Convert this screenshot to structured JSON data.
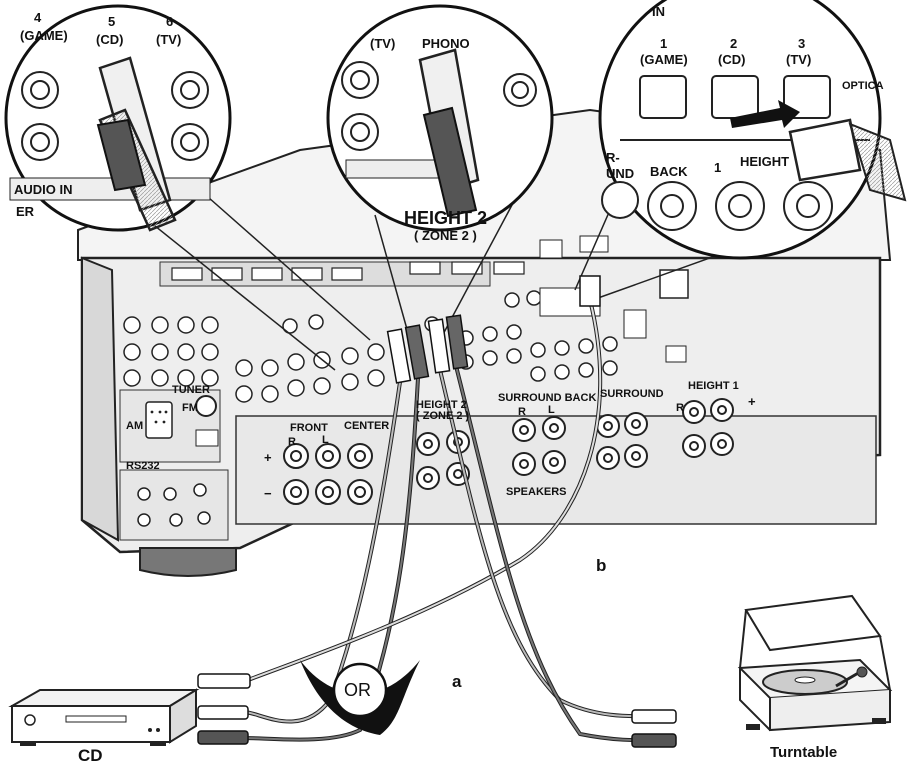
{
  "devices": {
    "cd_caption": "CD",
    "turntable_caption": "Turntable"
  },
  "connections": {
    "a": "a",
    "b": "b",
    "or": "OR"
  },
  "zoom_left": {
    "input_4_label": "4",
    "input_4_sub": "(GAME)",
    "input_5_label": "5",
    "input_5_sub": "(CD)",
    "input_6_label": "6",
    "input_6_sub": "(TV)",
    "audio_in": "AUDIO IN",
    "er_fragment": "ER"
  },
  "zoom_middle": {
    "tv": "(TV)",
    "phono": "PHONO",
    "height2": "HEIGHT 2",
    "zone2": "( ZONE 2 )"
  },
  "zoom_right": {
    "in_fragment": "IN",
    "optical_1": "1",
    "optical_1_sub": "(GAME)",
    "optical_2": "2",
    "optical_2_sub": "(CD)",
    "optical_3": "3",
    "optical_3_sub": "(TV)",
    "optical": "OPTICA",
    "surround_fragment": "R-\nUND",
    "back": "BACK",
    "one": "1",
    "height": "HEIGHT"
  },
  "rear_panel": {
    "height2_zone2": "HEIGHT 2\n( ZONE 2 )",
    "front": "FRONT",
    "center": "CENTER",
    "surround_back": "SURROUND BACK",
    "surround": "SURROUND",
    "height1": "HEIGHT 1",
    "speakers": "SPEAKERS",
    "tuner": "TUNER",
    "am": "AM",
    "fm": "FM",
    "rs232": "RS232",
    "r": "R",
    "l": "L",
    "plus": "+",
    "minus": "−"
  }
}
